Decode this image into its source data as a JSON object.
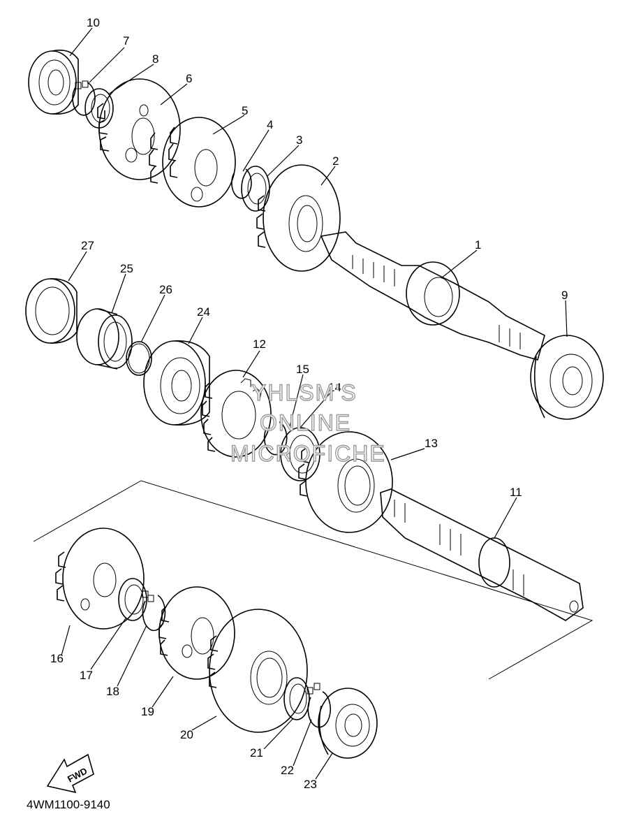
{
  "diagram": {
    "drawing_code": "4WM1100-9140",
    "fwd_label": "FWD",
    "watermark": [
      "YHLSM'S",
      "ONLINE",
      "MICROFICHE"
    ],
    "callouts": [
      "1",
      "2",
      "3",
      "4",
      "5",
      "6",
      "7",
      "8",
      "9",
      "10",
      "11",
      "12",
      "13",
      "14",
      "15",
      "16",
      "17",
      "18",
      "19",
      "20",
      "21",
      "22",
      "23",
      "24",
      "25",
      "26",
      "27"
    ],
    "part_types": {
      "1": "gear-shaft-icon",
      "2": "gear-icon",
      "3": "washer-icon",
      "4": "circlip-icon",
      "5": "gear-icon",
      "6": "gear-icon",
      "7": "circlip-icon",
      "8": "washer-icon",
      "9": "bearing-icon",
      "10": "bearing-icon",
      "11": "shaft-icon",
      "12": "gear-icon",
      "13": "gear-icon",
      "14": "circlip-icon",
      "15": "washer-icon",
      "16": "gear-icon",
      "17": "washer-icon",
      "18": "circlip-icon",
      "19": "gear-icon",
      "20": "gear-icon",
      "21": "washer-icon",
      "22": "circlip-icon",
      "23": "bearing-icon",
      "24": "bearing-icon",
      "25": "collar-icon",
      "26": "o-ring-icon",
      "27": "oil-seal-icon"
    }
  }
}
